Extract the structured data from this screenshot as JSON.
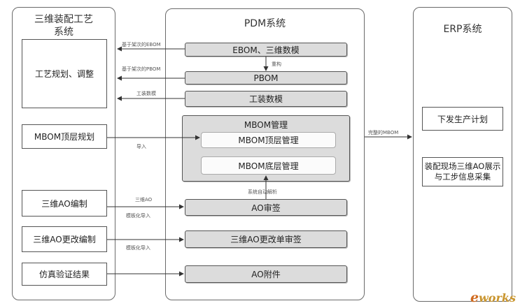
{
  "panels": {
    "left_title": "三维装配工艺\n系统",
    "center_title": "PDM系统",
    "right_title": "ERP系统"
  },
  "left": {
    "process_planning": "工艺规划、调整",
    "mbom_top_planning": "MBOM顶层规划",
    "ao_compile": "三维AO编制",
    "ao_change_compile": "三维AO更改编制",
    "sim_result": "仿真验证结果"
  },
  "center": {
    "ebom": "EBOM、三维数模",
    "pbom": "PBOM",
    "tooling": "工装数模",
    "mbom_manage": "MBOM管理",
    "mbom_top": "MBOM顶层管理",
    "mbom_bottom": "MBOM底层管理",
    "ao_review": "AO审签",
    "ao_change_review": "三维AO更改单审签",
    "ao_attach": "AO附件"
  },
  "right": {
    "plan": "下发生产计划",
    "site_display": "装配现场三维AO展示\n与工步信息采集"
  },
  "labels": {
    "ebom_arrow": "基于架次的EBOM",
    "pbom_arrow": "基于架次的PBOM",
    "tooling_arrow": "工装数模",
    "reconstruct": "重构",
    "import": "导入",
    "ao_arrow": "三维AO",
    "template_import_1": "模板化导入",
    "template_import_2": "模板化导入",
    "auto_parse": "系统自动解析",
    "complete_mbom": "完整的MBOM"
  },
  "logo": {
    "mark": "e",
    "text": "works"
  }
}
